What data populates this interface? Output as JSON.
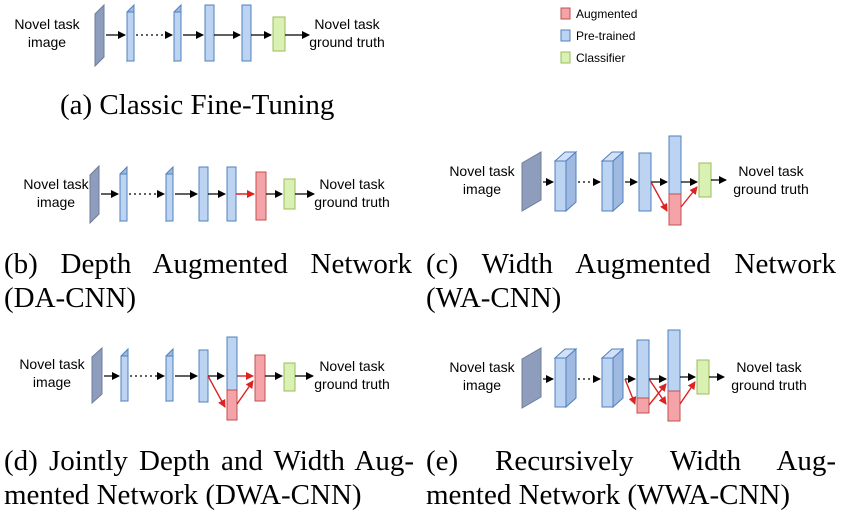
{
  "legend": {
    "items": [
      {
        "label": "Augmented",
        "color": "#f4a3a8"
      },
      {
        "label": "Pre-trained",
        "color": "#bcd3f2"
      },
      {
        "label": "Classifier",
        "color": "#d9f2b4"
      }
    ]
  },
  "colors": {
    "pretrained": "#bcd3f2",
    "augmented": "#f4a3a8",
    "classifier": "#d9f2b4",
    "input_image": "#8d9dbb",
    "augmented_arrow": "#dd2222"
  },
  "io": {
    "input_line1": "Novel task",
    "input_line2": "image",
    "output_line1": "Novel task",
    "output_line2": "ground truth"
  },
  "captions": {
    "a": "(a) Classic Fine-Tuning",
    "b_line1": "(b) Depth Augmented Network",
    "b_line2": "(DA-CNN)",
    "c_line1": "(c) Width Augmented Network",
    "c_line2": "(WA-CNN)",
    "d_line1": "(d) Jointly Depth and Width Aug-",
    "d_line2": "mented Network (DWA-CNN)",
    "e_line1": "(e) Recursively Width Aug-",
    "e_line2": "mented Network (WWA-CNN)"
  }
}
